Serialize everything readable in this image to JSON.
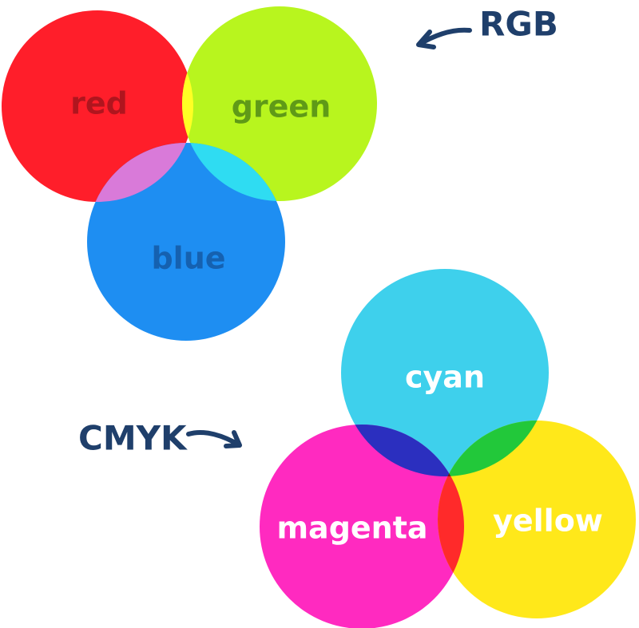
{
  "rgb": {
    "callout": "RGB",
    "circles": [
      {
        "key": "red",
        "label": "red",
        "color": "#ff1e2a",
        "text_color": "#b0151e"
      },
      {
        "key": "green",
        "label": "green",
        "color": "#b8f51e",
        "text_color": "#5f9a17"
      },
      {
        "key": "blue",
        "label": "blue",
        "color": "#1e8ef2",
        "text_color": "#1561b0"
      }
    ],
    "overlaps": {
      "red_green": "#ffff24",
      "red_blue": "#d97ad9",
      "green_blue": "#2fdcf2"
    }
  },
  "cmyk": {
    "callout": "CMYK",
    "circles": [
      {
        "key": "cyan",
        "label": "cyan",
        "color": "#3ed0ec",
        "text_color": "#ffffff"
      },
      {
        "key": "magenta",
        "label": "magenta",
        "color": "#ff2ac0",
        "text_color": "#ffffff"
      },
      {
        "key": "yellow",
        "label": "yellow",
        "color": "#ffe81a",
        "text_color": "#ffffff"
      }
    ],
    "overlaps": {
      "cyan_magenta": "#2b2fbf",
      "cyan_yellow": "#22c83a",
      "magenta_yellow": "#ff2a2a",
      "center": "#6b1810"
    }
  },
  "callout_color": "#1f3f6b"
}
